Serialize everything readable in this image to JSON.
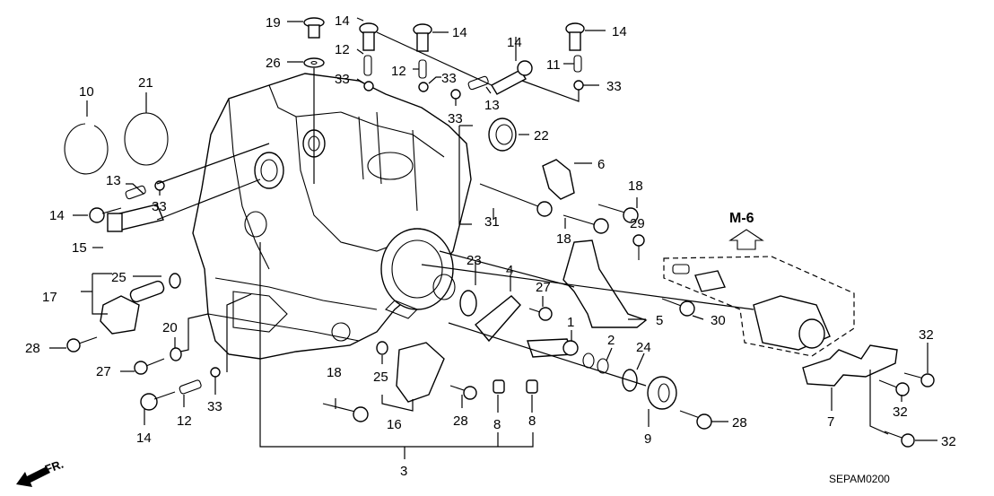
{
  "diagram": {
    "title": "Manual transmission case parts diagram",
    "reference_label": "M-6",
    "front_indicator": "FR.",
    "diagram_code": "SEPAM0200",
    "callouts": [
      {
        "id": "c19",
        "text": "19"
      },
      {
        "id": "c26",
        "text": "26"
      },
      {
        "id": "c14a",
        "text": "14"
      },
      {
        "id": "c12a",
        "text": "12"
      },
      {
        "id": "c33a",
        "text": "33"
      },
      {
        "id": "c14b",
        "text": "14"
      },
      {
        "id": "c12b",
        "text": "12"
      },
      {
        "id": "c33b",
        "text": "33"
      },
      {
        "id": "c14c",
        "text": "14"
      },
      {
        "id": "c13a",
        "text": "13"
      },
      {
        "id": "c33c",
        "text": "33"
      },
      {
        "id": "c14d",
        "text": "14"
      },
      {
        "id": "c11",
        "text": "11"
      },
      {
        "id": "c33d",
        "text": "33"
      },
      {
        "id": "c10",
        "text": "10"
      },
      {
        "id": "c21",
        "text": "21"
      },
      {
        "id": "c22",
        "text": "22"
      },
      {
        "id": "c6",
        "text": "6"
      },
      {
        "id": "c13b",
        "text": "13"
      },
      {
        "id": "c33e",
        "text": "33"
      },
      {
        "id": "c14e",
        "text": "14"
      },
      {
        "id": "c15",
        "text": "15"
      },
      {
        "id": "c18a",
        "text": "18"
      },
      {
        "id": "c31",
        "text": "31"
      },
      {
        "id": "c18b",
        "text": "18"
      },
      {
        "id": "c29",
        "text": "29"
      },
      {
        "id": "c25a",
        "text": "25"
      },
      {
        "id": "c17",
        "text": "17"
      },
      {
        "id": "c23",
        "text": "23"
      },
      {
        "id": "c4",
        "text": "4"
      },
      {
        "id": "c27a",
        "text": "27"
      },
      {
        "id": "c5",
        "text": "5"
      },
      {
        "id": "c30",
        "text": "30"
      },
      {
        "id": "c28a",
        "text": "28"
      },
      {
        "id": "c20",
        "text": "20"
      },
      {
        "id": "c1",
        "text": "1"
      },
      {
        "id": "c2",
        "text": "2"
      },
      {
        "id": "c24",
        "text": "24"
      },
      {
        "id": "c27b",
        "text": "27"
      },
      {
        "id": "c25b",
        "text": "25"
      },
      {
        "id": "c18c",
        "text": "18"
      },
      {
        "id": "c14f",
        "text": "14"
      },
      {
        "id": "c12c",
        "text": "12"
      },
      {
        "id": "c33f",
        "text": "33"
      },
      {
        "id": "c16",
        "text": "16"
      },
      {
        "id": "c28b",
        "text": "28"
      },
      {
        "id": "c8a",
        "text": "8"
      },
      {
        "id": "c8b",
        "text": "8"
      },
      {
        "id": "c9",
        "text": "9"
      },
      {
        "id": "c28c",
        "text": "28"
      },
      {
        "id": "c7",
        "text": "7"
      },
      {
        "id": "c32a",
        "text": "32"
      },
      {
        "id": "c32b",
        "text": "32"
      },
      {
        "id": "c32c",
        "text": "32"
      },
      {
        "id": "c3",
        "text": "3"
      }
    ]
  }
}
